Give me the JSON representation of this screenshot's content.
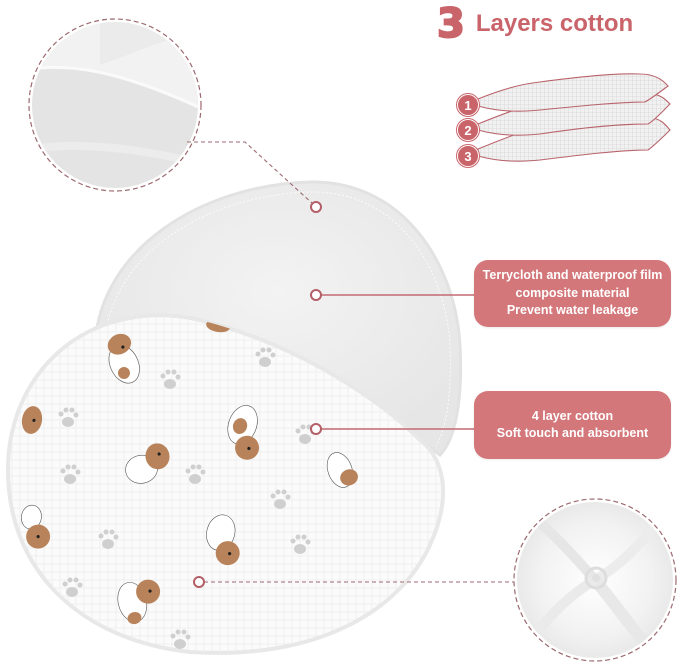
{
  "heading": {
    "number": "3",
    "label": "Layers cotton"
  },
  "layers_diagram": {
    "layers": [
      {
        "index": "1"
      },
      {
        "index": "2"
      },
      {
        "index": "3"
      }
    ]
  },
  "callouts": [
    {
      "lines": [
        "Terrycloth and waterproof film",
        "composite material",
        "Prevent water leakage"
      ]
    },
    {
      "lines": [
        "4 layer cotton",
        "Soft touch and absorbent"
      ]
    }
  ],
  "colors": {
    "accent": "#c9646a",
    "callout_bg": "#d4777a",
    "connector": "#b86d74",
    "terry_fabric": "#efefef",
    "muslin_fabric": "#fbfbfb",
    "dog_brown": "#b8835a",
    "paw_gray": "#c8c8c8"
  },
  "illustrations": {
    "terry_closeup": "terrycloth-texture-closeup",
    "muslin_closeup": "muslin-swirl-closeup",
    "product": "burp-cloth-dog-print"
  }
}
